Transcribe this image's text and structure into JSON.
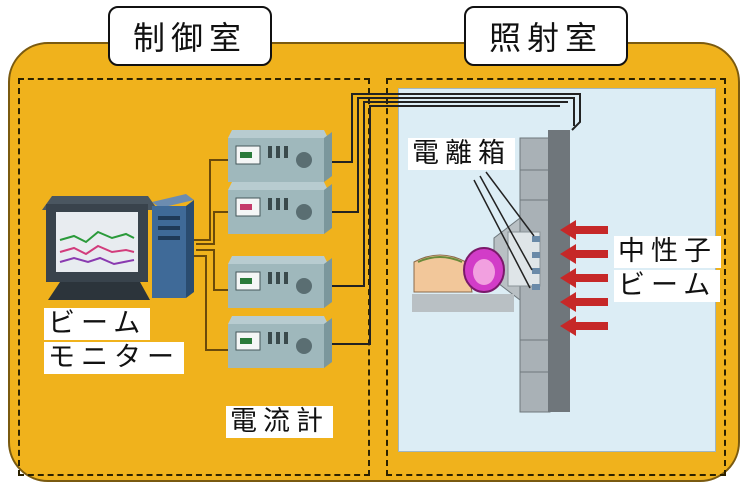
{
  "rooms": {
    "control": "制御室",
    "irradiation": "照射室"
  },
  "labels": {
    "beam_monitor_line1": "ビーム",
    "beam_monitor_line2": "モニター",
    "ammeter": "電流計",
    "ion_chamber": "電離箱",
    "neutron_beam_line1": "中性子",
    "neutron_beam_line2": "ビーム"
  },
  "colors": {
    "panel": "#f0b21c",
    "room_interior": "#dcedf5",
    "beam_arrow": "#c62828",
    "head": "#d23cc8"
  }
}
